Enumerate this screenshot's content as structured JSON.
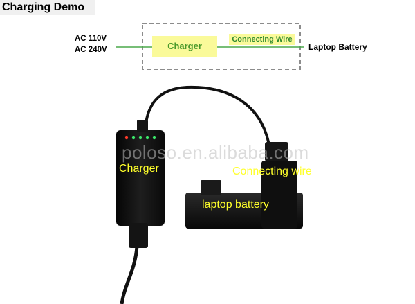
{
  "title": "Charging Demo",
  "diagram": {
    "ac_line1": "AC 110V",
    "ac_line2": "AC 240V",
    "charger": "Charger",
    "connecting_wire": "Connecting Wire",
    "laptop_battery": "Laptop Battery",
    "line_color": "#4aa84a",
    "box_color": "#fafa9a",
    "border_color": "#8c8c8c"
  },
  "photo": {
    "watermark": "poloso.en.alibaba.com",
    "labels": {
      "charger": "Charger",
      "connecting_wire": "Connecting wire",
      "laptop_battery": "laptop battery"
    },
    "label_color": "#ffff2a",
    "led_colors": [
      "#ff3b2a",
      "#3ce86a"
    ]
  }
}
